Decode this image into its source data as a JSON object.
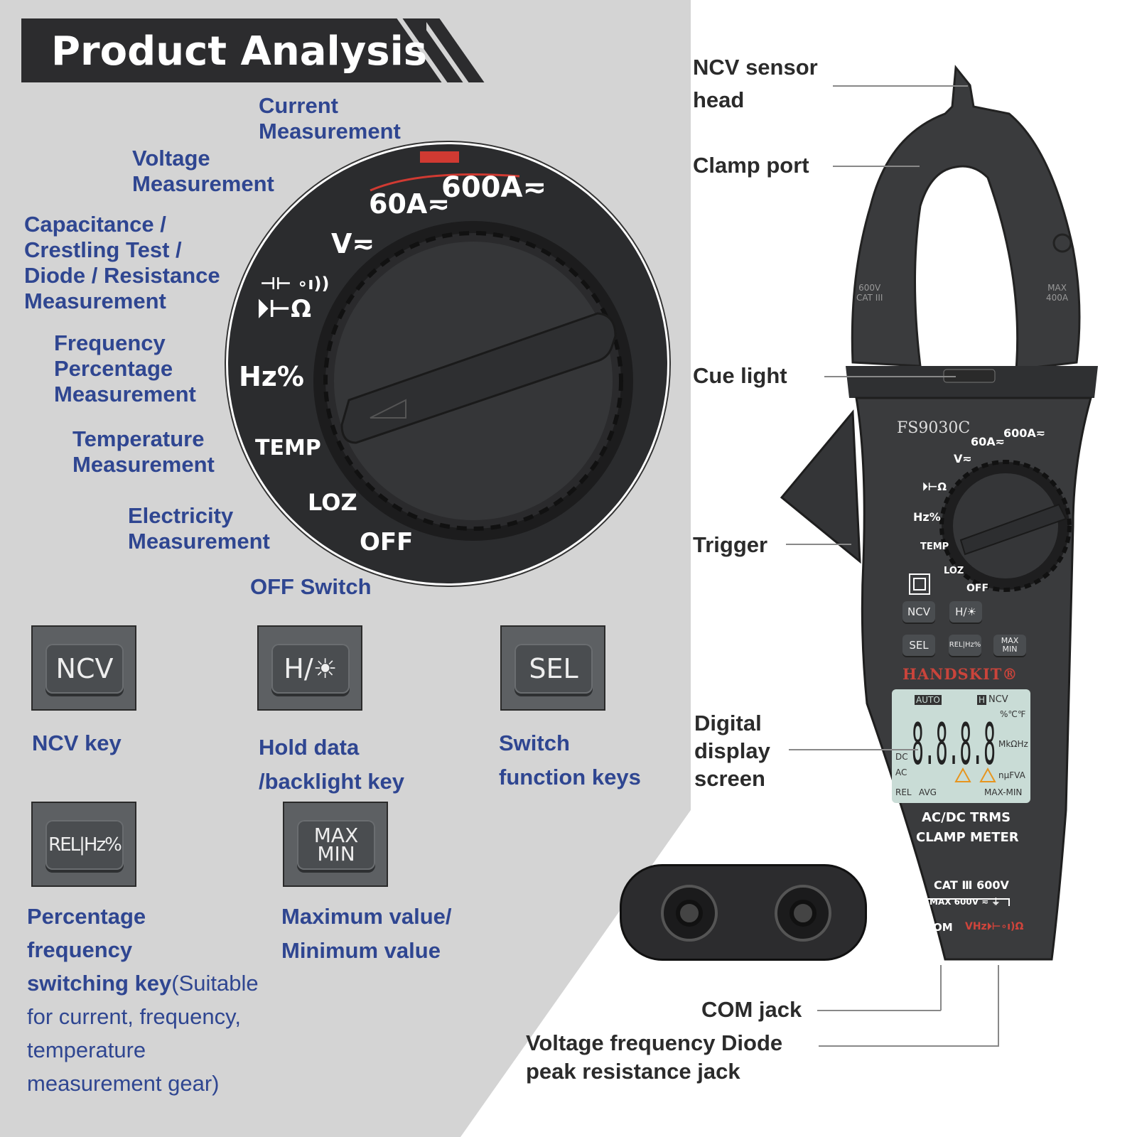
{
  "title": "Product Analysis",
  "dial_labels": {
    "current": "Current\nMeasurement",
    "voltage": "Voltage\nMeasurement",
    "capacitance": "Capacitance /\nCrestling Test /\nDiode / Resistance\nMeasurement",
    "frequency": "Frequency\nPercentage\nMeasurement",
    "temperature": "Temperature\nMeasurement",
    "electricity": "Electricity\nMeasurement",
    "off": "OFF Switch"
  },
  "dial_marks": {
    "a60": "60A≂",
    "a600": "600A≂",
    "v": "V≂",
    "cap": "⊣⊢ ∘ı))",
    "ohm": "⏵⊢Ω",
    "hz": "Hz%",
    "temp": "TEMP",
    "loz": "LOZ",
    "off": "OFF"
  },
  "keys": [
    {
      "key": "NCV",
      "label": "NCV key"
    },
    {
      "key": "H/☀",
      "label": "Hold data\n/backlight key"
    },
    {
      "key": "SEL",
      "label": "Switch\nfunction keys"
    },
    {
      "key": "REL|Hz%",
      "label": "Percentage\nfrequency\nswitching key",
      "note": "(Suitable for current, frequency, temperature measurement gear)"
    },
    {
      "key": "MAX\nMIN",
      "label": "Maximum value/\nMinimum value"
    }
  ],
  "callouts": {
    "ncv_head": "NCV sensor\nhead",
    "clamp_port": "Clamp port",
    "cue_light": "Cue light",
    "trigger": "Trigger",
    "display": "Digital\ndisplay\nscreen",
    "com_jack": "COM jack",
    "v_jack": "Voltage frequency Diode\npeak resistance jack"
  },
  "meter": {
    "model": "FS9030C",
    "brand": "HANDSKIT®",
    "cat_left": "600V\nCAT III",
    "cat_right": "MAX\n400A",
    "type_line1": "AC/DC TRMS",
    "type_line2": "CLAMP METER",
    "rating": "CAT Ⅲ 600V",
    "max": "MAX 600V ≂ ⏚",
    "com": "COM",
    "vjack": "VHz⏵⊢∘ı)Ω",
    "lcd": {
      "auto": "AUTO",
      "ncv": "NCV",
      "hold": "H",
      "digits": "8.8.8.8",
      "units1": "%℃℉",
      "units2": "MkΩHz",
      "units3": "nμFVA",
      "dc": "DC",
      "ac": "AC",
      "rel": "REL",
      "avg": "AVG",
      "maxmin": "MAX-MIN"
    }
  },
  "colors": {
    "label_blue": "#2f4691",
    "meter_body": "#3a3b3d",
    "lcd": "#c9dcd6",
    "brand_red": "#c9443b",
    "warning": "#e6951f"
  }
}
